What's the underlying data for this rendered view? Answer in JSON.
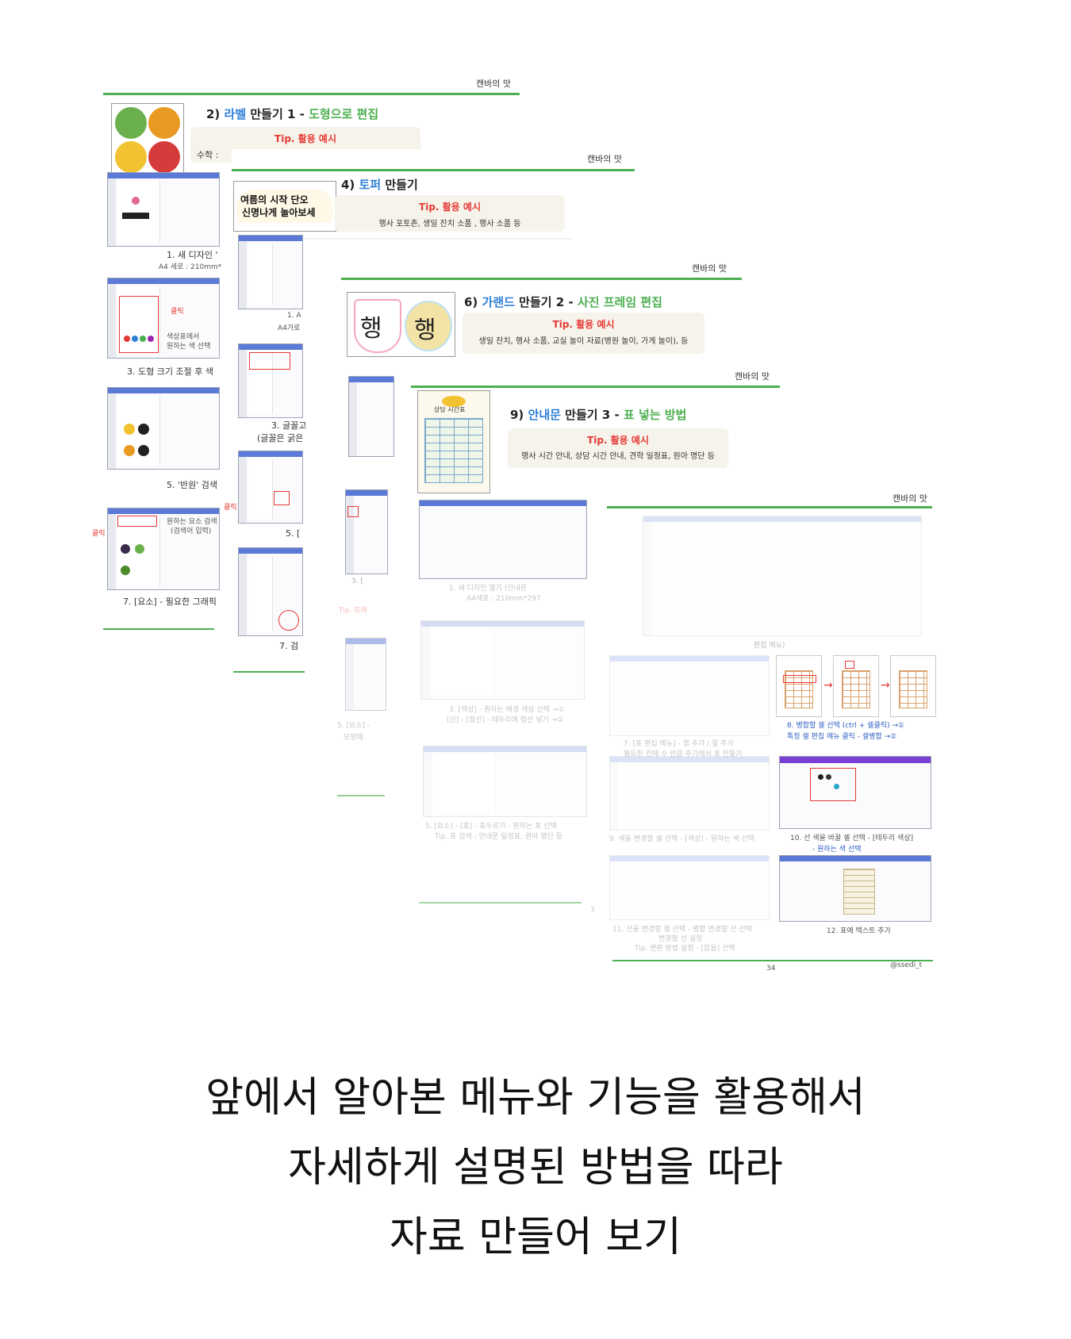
{
  "brand": "캔바의 맛",
  "page_number": "34",
  "credit": "@ssedi_t",
  "sheet1": {
    "num": "2)",
    "topic": "라벨",
    "rest": "만들기 1 -",
    "method": "도형으로 편집",
    "tip_title": "Tip. 활용 예시",
    "tip_frag": "수학 :",
    "captions": [
      "1. 새 디자인 '",
      "A4 세로 : 210mm*",
      "3. 도형 크기 조절 후 색",
      "5. '반원' 검색",
      "7. [요소] - 필요한 그래픽"
    ],
    "notes": [
      "클릭",
      "색상표에서",
      "원하는 색 선택",
      "원하는 요소 검색",
      "(검색어 입력)",
      "클릭"
    ]
  },
  "sheet2": {
    "num": "4)",
    "topic": "토퍼",
    "rest": "만들기",
    "tip_title": "Tip. 활용 예시",
    "tip_body": "행사 포토존, 생일 잔치 소품 , 행사 소품 등",
    "thumb_text_1": "여름의 시작 단오",
    "thumb_text_2": "신명나게 놀아보세",
    "captions": [
      "1. A",
      "A4가로",
      "3. 글꼴고",
      "(글꼴은 굵은",
      "5. [",
      "7. 검",
      "클릭"
    ]
  },
  "sheet3": {
    "num": "6)",
    "topic": "가랜드",
    "rest": "만들기 2 -",
    "method": "사진 프레임 편집",
    "tip_title": "Tip. 활용 예시",
    "tip_body": "생일 잔치, 행사 소품, 교실 놀이 자료(병원 놀이, 가게 놀이), 등",
    "garland_char": "행",
    "faint_captions": [
      "3. [",
      "Tip. 프레",
      "5. [요소] -",
      "모양에"
    ]
  },
  "sheet4": {
    "num": "9)",
    "topic": "안내문",
    "rest": "만들기 3 -",
    "method": "표 넣는 방법",
    "tip_title": "Tip. 활용 예시",
    "tip_body": "행사 시간 안내, 상담 시간 안내, 견학 일정표, 원아 명단 등",
    "poster_title": "상담 시간표",
    "faint_captions": [
      "1. 새 디자인 열기 (안내문",
      "A4세로 : 210mm*297",
      "3. [색상] - 원하는 배경 색상 선택 →①",
      "[선] - [점선] - 테두리에 점선 넣기 →②",
      "5. [요소] - [표] - 표두르기 - 원하는 표 선택",
      "Tip. 표 검색 : 안내문 일정표, 원아 명단 등",
      "3"
    ]
  },
  "sheet5": {
    "faint_captions": [
      "편집 메뉴)",
      "7. [표 편집 메뉴] - 행 추가 / 열 추가",
      "필요한 칸에 수 만큼 추가해서 표 만들기",
      "9. 색을 변경할 셀 선택 - [색상] - 원하는 색 선택",
      "11. 선을 변경할 셀 선택 - 병합 변경할 선 선택",
      "변경할 선 설정",
      "Tip. 변환 방법 설정 - [없음] 선택"
    ],
    "captions": [
      "8. 병합할 셀 선택 (ctrl + 셀클릭) →①",
      "특정 셀 편집 메뉴 클릭 - 셀병합 →②",
      "10. 선 색을 바꿀 셀 선택 - [테두리 색상]",
      "- 원하는 색 선택",
      "12. 표에 텍스트 추가"
    ]
  },
  "main_text": {
    "line1": "앞에서 알아본 메뉴와 기능을 활용해서",
    "line2": "자세하게 설명된 방법을 따라",
    "line3": "자료 만들어 보기"
  },
  "colors": {
    "accent_green": "#4caf50",
    "topic_blue": "#2f7fd6",
    "method_green": "#4caf50",
    "tip_red": "#e53935"
  }
}
